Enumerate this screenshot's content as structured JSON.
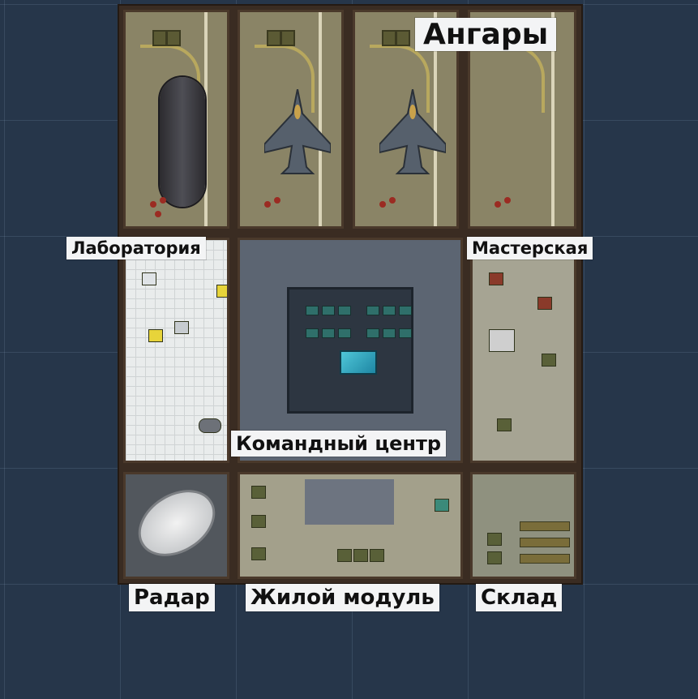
{
  "title": "Ангары",
  "rooms": {
    "laboratory": "Лаборатория",
    "workshop": "Мастерская",
    "command_center": "Командный центр",
    "radar": "Радар",
    "living_module": "Жилой модуль",
    "storage": "Склад"
  },
  "colors": {
    "background": "#26364a",
    "wall": "#3a2c22",
    "hangar_floor": "#8a8466",
    "label_bg": "#f3f4f5"
  }
}
